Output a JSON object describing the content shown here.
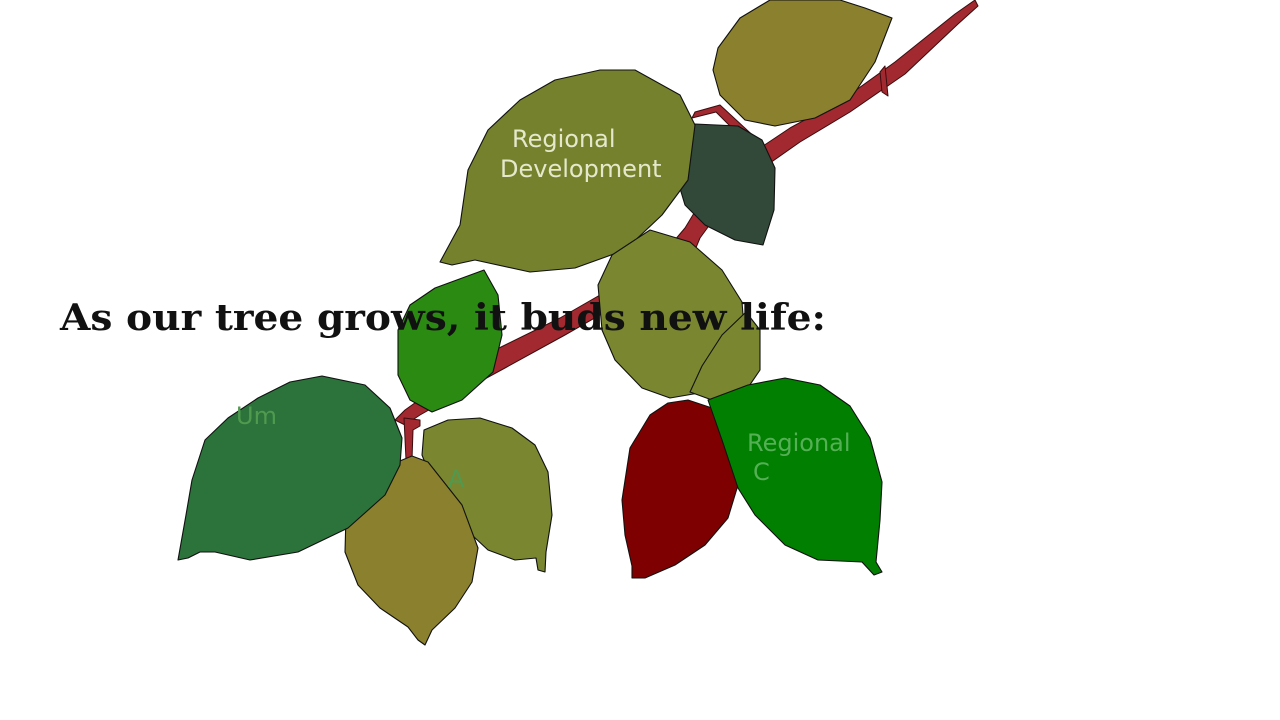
{
  "headline": "As our tree grows, it buds new life:",
  "leaves": {
    "regional_development": {
      "line1": "Regional",
      "line2": "Development"
    },
    "um": {
      "label": "Um"
    },
    "a": {
      "label": "A"
    },
    "regional_c": {
      "line1": "Regional",
      "line2": "C"
    }
  },
  "colors": {
    "branch": "#a1292f",
    "leaf_olive": "#76812d",
    "leaf_olive_light": "#7a8630",
    "leaf_ochre": "#8b802e",
    "leaf_darkslate": "#324838",
    "leaf_green": "#2b8a12",
    "leaf_forest": "#2b733b",
    "leaf_bright_green": "#007f00",
    "leaf_maroon": "#7f0000",
    "label_light": "#e6e8cc",
    "label_faint": "#4f9a4f",
    "label_faint_green": "#55b055"
  }
}
